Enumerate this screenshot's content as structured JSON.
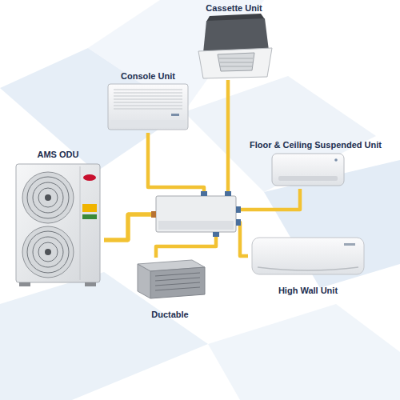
{
  "diagram": {
    "nodes": [
      {
        "text": [
          "Cassette Unit"
        ]
      },
      {
        "text": [
          "Console Unit"
        ]
      },
      {
        "text": [
          "Floor & Ceiling Suspended Unit"
        ]
      },
      {
        "text": [
          "AMS ODU"
        ]
      },
      {
        "text": [
          "High Wall Unit"
        ]
      },
      {
        "text": [
          "Ductable"
        ]
      }
    ],
    "edges": [
      {
        "from": 3,
        "to": 0,
        "arrow": "none"
      },
      {
        "from": 3,
        "to": 1,
        "arrow": "none"
      },
      {
        "from": 3,
        "to": 2,
        "arrow": "none"
      },
      {
        "from": 3,
        "to": 4,
        "arrow": "none"
      },
      {
        "from": 3,
        "to": 5,
        "arrow": "none"
      }
    ]
  }
}
